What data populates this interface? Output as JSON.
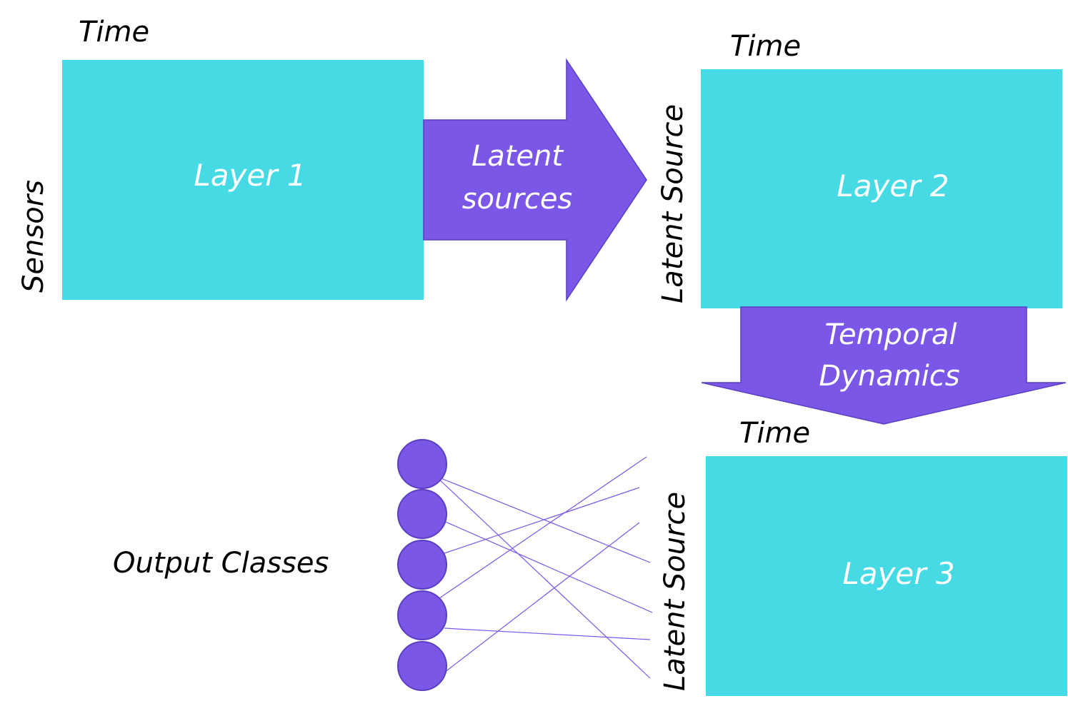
{
  "colors": {
    "box_fill": "#46DBE4",
    "arrow_fill": "#7B57E8",
    "arrow_stroke": "#5A3FC0",
    "node_fill": "#7B57E8",
    "node_stroke": "#5A3FC0",
    "edge_stroke": "#7B57E8"
  },
  "layer1": {
    "label": "Layer 1",
    "x_label": "Time",
    "y_label": "Sensors"
  },
  "arrow1": {
    "label_line1": "Latent",
    "label_line2": "sources"
  },
  "layer2": {
    "label": "Layer 2",
    "x_label": "Time",
    "y_label": "Latent Source"
  },
  "arrow2": {
    "label_line1": "Temporal",
    "label_line2": "Dynamics"
  },
  "layer3": {
    "label": "Layer 3",
    "x_label": "Time",
    "y_label": "Latent Source"
  },
  "output": {
    "label": "Output Classes",
    "node_count": 5
  }
}
